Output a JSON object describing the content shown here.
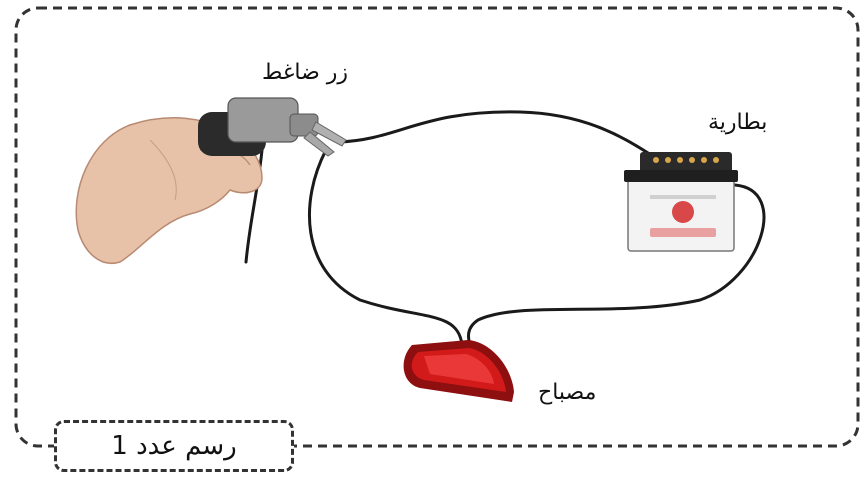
{
  "labels": {
    "switch": "زر ضاغط",
    "battery": "بطارية",
    "lamp": "مصباح"
  },
  "caption": "رسم عدد 1",
  "colors": {
    "frame": "#333333",
    "wire": "#1a1a1a",
    "lamp_red": "#d21a1a",
    "battery_body": "#f3f3f3",
    "battery_top": "#2a2a2a",
    "skin": "#e8c2a8"
  },
  "icons": [
    "hand-icon",
    "push-button-icon",
    "battery-icon",
    "lamp-icon"
  ]
}
